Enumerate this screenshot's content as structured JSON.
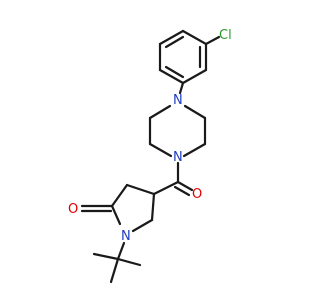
{
  "molecule": {
    "atoms": {
      "chlorine": "Cl",
      "piperazine_n_top": "N",
      "piperazine_n_bottom": "N",
      "carbonyl_o_amide": "O",
      "lactam_o": "O",
      "lactam_n": "N"
    },
    "colors": {
      "bond": "#1a1a1a",
      "nitrogen": "#1f3fbf",
      "oxygen": "#e00000",
      "chlorine": "#2e9a2e"
    }
  }
}
